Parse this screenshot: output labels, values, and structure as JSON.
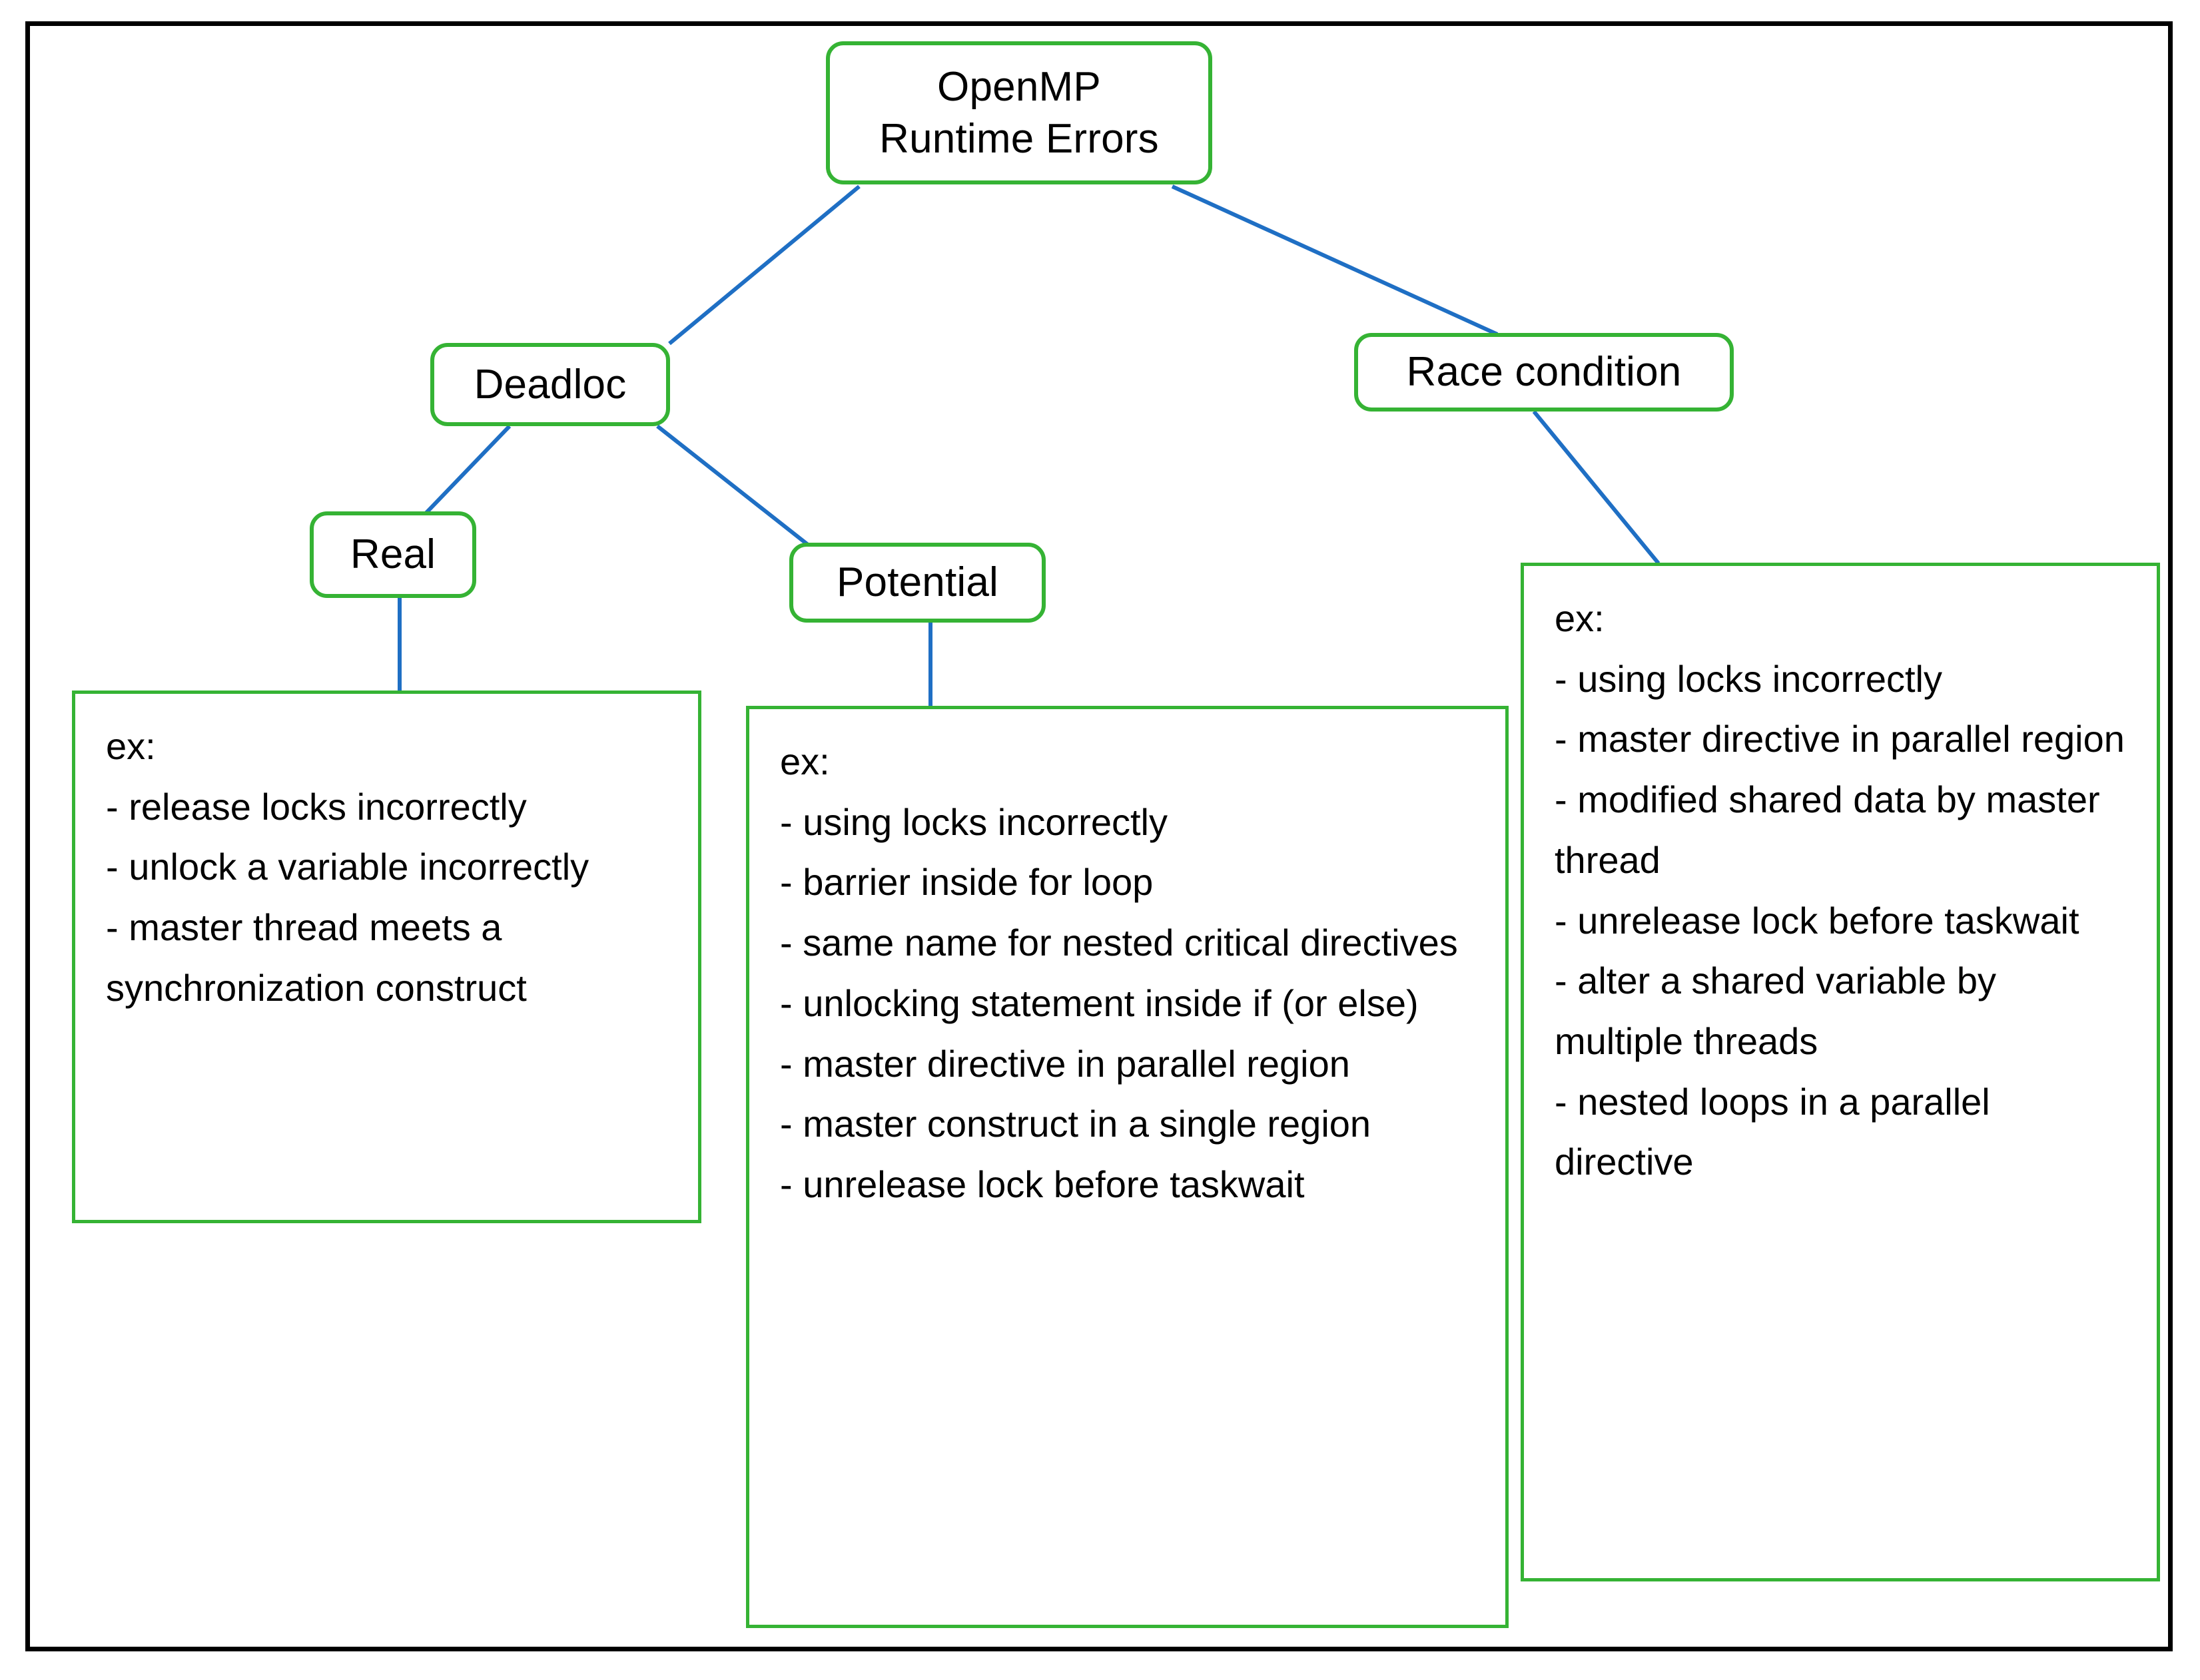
{
  "diagram": {
    "title_node": "OpenMP\nRuntime Errors",
    "nodes": {
      "root": "OpenMP\nRuntime Errors",
      "deadlock": "Deadloc",
      "race_condition": "Race condition",
      "real": "Real",
      "potential": "Potential"
    },
    "colors": {
      "node_border": "#35B334",
      "connector": "#1F6FC4",
      "frame": "#000000",
      "text": "#000000",
      "background": "#FFFFFF"
    },
    "boxes": {
      "real_examples": {
        "heading": "ex:",
        "items": [
          "- release locks incorrectly",
          "- unlock a variable incorrectly",
          "- master thread meets a synchronization construct"
        ]
      },
      "potential_examples": {
        "heading": "ex:",
        "items": [
          "- using locks incorrectly",
          "- barrier inside for loop",
          "- same name for nested critical directives",
          "- unlocking statement inside if (or else)",
          "- master directive in parallel region",
          "- master construct in a single region",
          "- unrelease lock before taskwait"
        ]
      },
      "race_examples": {
        "heading": "ex:",
        "items": [
          "- using locks incorrectly",
          "- master directive in parallel region",
          "- modified shared data by master thread",
          "- unrelease lock before taskwait",
          "- alter a shared variable by multiple threads",
          "- nested loops in a parallel directive"
        ]
      }
    },
    "edges": [
      {
        "from": "root",
        "to": "deadlock"
      },
      {
        "from": "root",
        "to": "race_condition"
      },
      {
        "from": "deadlock",
        "to": "real"
      },
      {
        "from": "deadlock",
        "to": "potential"
      },
      {
        "from": "real",
        "to": "real_examples"
      },
      {
        "from": "potential",
        "to": "potential_examples"
      },
      {
        "from": "race_condition",
        "to": "race_examples"
      }
    ]
  }
}
